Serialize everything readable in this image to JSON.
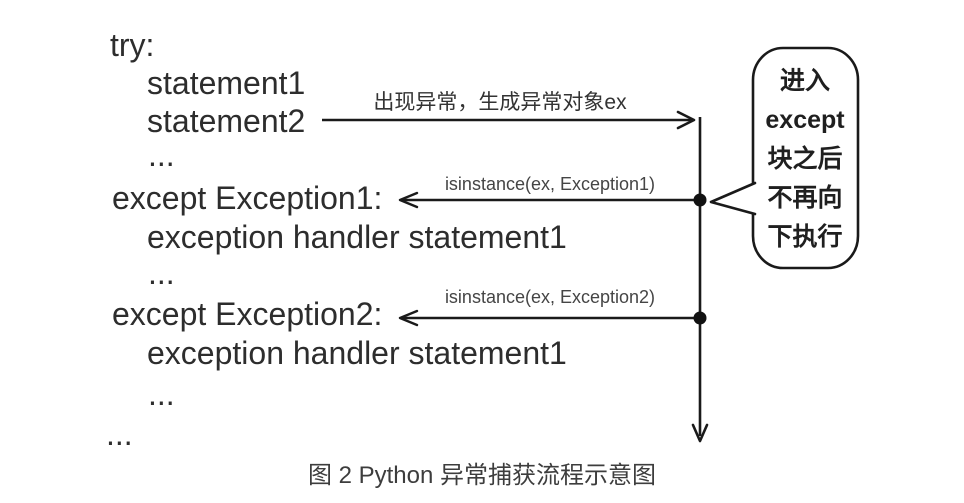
{
  "diagram": {
    "code_lines": [
      {
        "text": "try:"
      },
      {
        "text": "statement1"
      },
      {
        "text": "statement2"
      },
      {
        "text": "..."
      },
      {
        "text": "except Exception1:"
      },
      {
        "text": "exception handler statement1"
      },
      {
        "text": "..."
      },
      {
        "text": "except Exception2:"
      },
      {
        "text": "exception handler statement1"
      },
      {
        "text": "..."
      },
      {
        "text": "..."
      }
    ],
    "labels": {
      "raise_label": "出现异常，生成异常对象ex",
      "isinstance1_label": "isinstance(ex, Exception1)",
      "isinstance2_label": "isinstance(ex, Exception2)"
    },
    "callout": {
      "lines": [
        "进入",
        "except",
        "块之后",
        "不再向",
        "下执行"
      ]
    },
    "caption": "图 2 Python 异常捕获流程示意图",
    "colors": {
      "line": "#1a1a1a",
      "code_text": "#2d2d2d",
      "label_text": "#454545",
      "caption_text": "#3d3d3d",
      "background": "#ffffff"
    }
  }
}
